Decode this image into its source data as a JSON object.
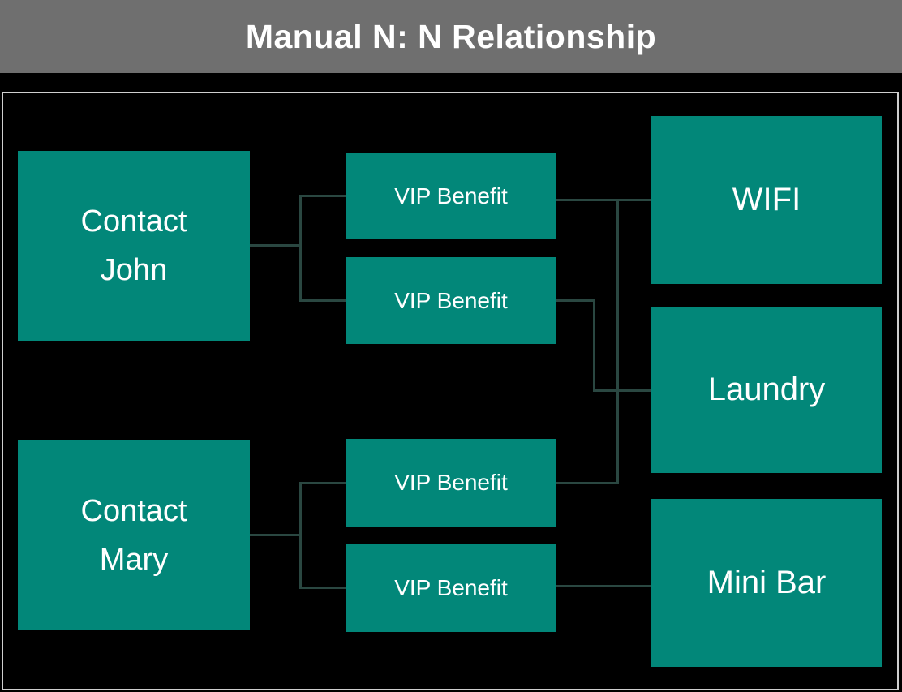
{
  "header": {
    "title": "Manual N: N Relationship"
  },
  "colors": {
    "header_bg": "#6F6F6F",
    "canvas_bg": "#000000",
    "canvas_border": "#CFCFCF",
    "node_fill": "#028779",
    "node_text": "#FFFFFF",
    "connector": "#2A4741"
  },
  "diagram": {
    "contacts": [
      {
        "line1": "Contact",
        "line2": "John"
      },
      {
        "line1": "Contact",
        "line2": "Mary"
      }
    ],
    "benefits": [
      {
        "label": "VIP Benefit"
      },
      {
        "label": "VIP Benefit"
      },
      {
        "label": "VIP Benefit"
      },
      {
        "label": "VIP Benefit"
      }
    ],
    "services": [
      {
        "label": "WIFI"
      },
      {
        "label": "Laundry"
      },
      {
        "label": "Mini Bar"
      }
    ],
    "edges": [
      {
        "from": "contact-john",
        "to": "vip-benefit-1"
      },
      {
        "from": "contact-john",
        "to": "vip-benefit-2"
      },
      {
        "from": "contact-mary",
        "to": "vip-benefit-3"
      },
      {
        "from": "contact-mary",
        "to": "vip-benefit-4"
      },
      {
        "from": "vip-benefit-1",
        "to": "wifi"
      },
      {
        "from": "vip-benefit-2",
        "to": "laundry"
      },
      {
        "from": "vip-benefit-3",
        "to": "wifi"
      },
      {
        "from": "vip-benefit-4",
        "to": "mini-bar"
      }
    ]
  }
}
